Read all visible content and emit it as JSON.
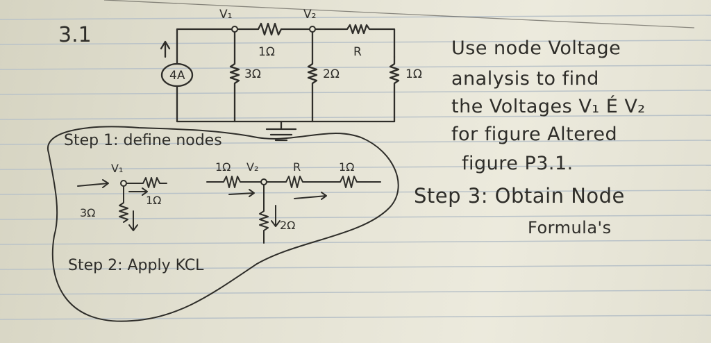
{
  "problem_number": "3.1",
  "circuit": {
    "source_label": "4A",
    "node_labels": [
      "V₁",
      "V₂"
    ],
    "resistor_labels": [
      "1Ω",
      "R",
      "3Ω",
      "2Ω",
      "1Ω"
    ]
  },
  "instructions": {
    "lines": [
      "Use node Voltage",
      "analysis to find",
      "the Voltages V₁ É V₂",
      "for figure Altered",
      "figure P3.1."
    ]
  },
  "step1": {
    "title": "Step 1: define nodes",
    "labels": {
      "v1": "V₁",
      "v1_right_res": "1Ω",
      "v1_down_res": "3Ω",
      "v2_left_res": "1Ω",
      "v2": "V₂",
      "v2_right_res1": "R",
      "v2_right_res2": "1Ω",
      "v2_down_res": "2Ω"
    }
  },
  "step2": {
    "title": "Step 2: Apply KCL"
  },
  "step3": {
    "title": "Step 3: Obtain Node",
    "subtitle": "Formula's"
  }
}
